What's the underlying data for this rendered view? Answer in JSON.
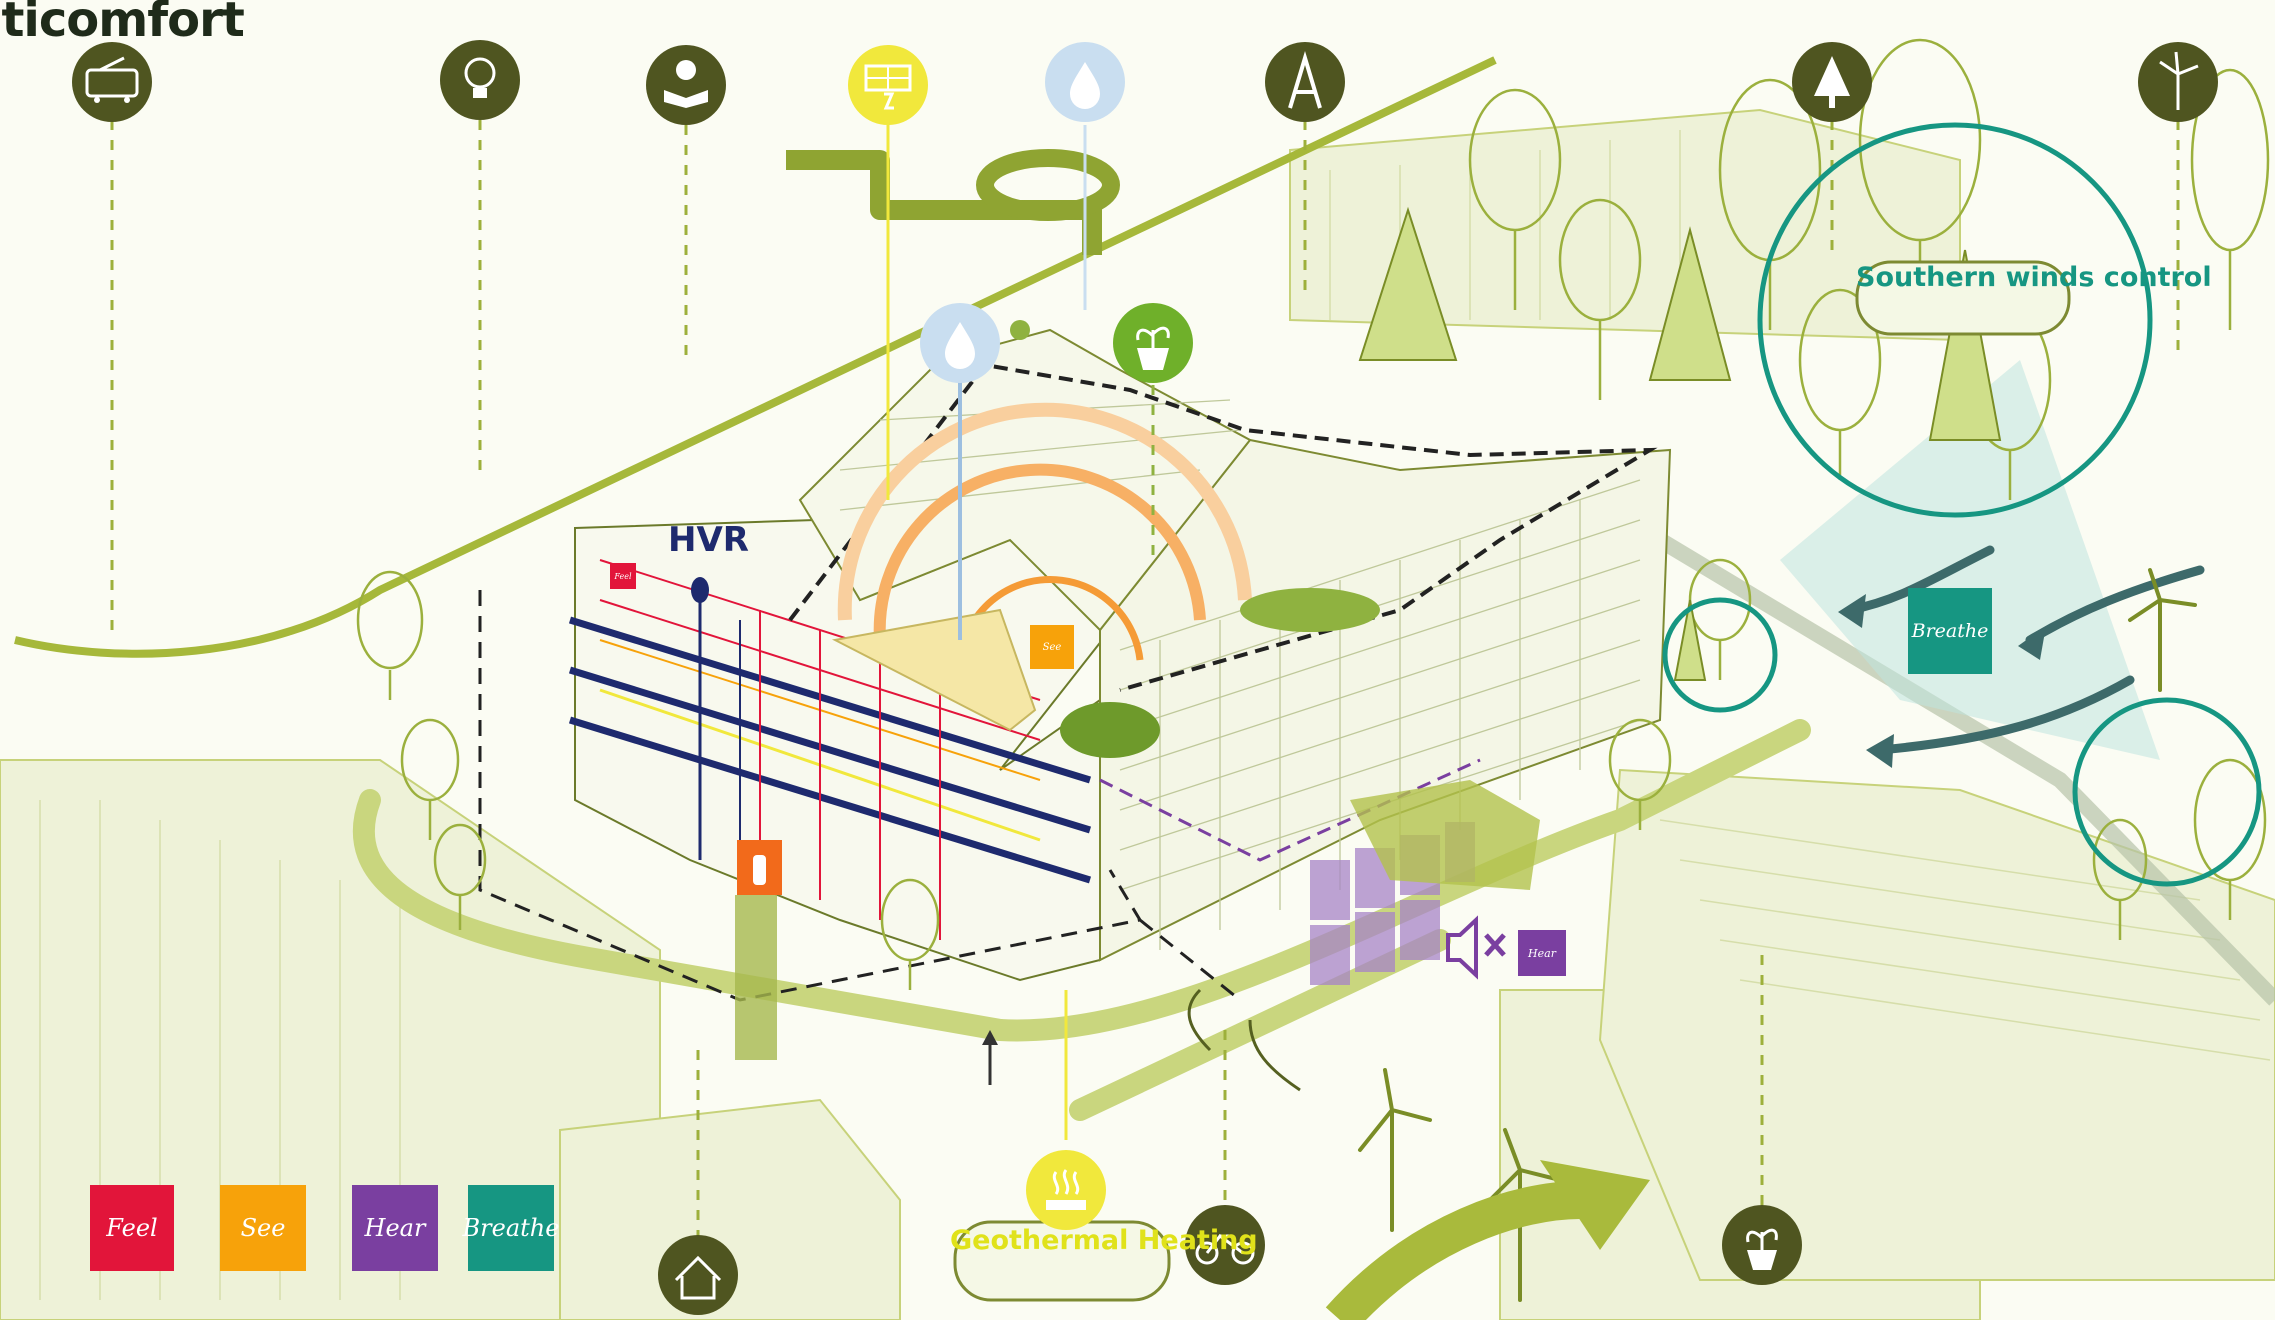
{
  "title": "lticomfort",
  "labels": {
    "hvr": "HVR",
    "southern_winds": "Southern winds control",
    "geothermal": "Geothermal Heating"
  },
  "tags": {
    "feel": "Feel",
    "see": "See",
    "hear": "Hear",
    "breathe": "Breathe"
  },
  "legend": [
    {
      "label": "Feel",
      "color": "#e2153a"
    },
    {
      "label": "See",
      "color": "#f7a20a"
    },
    {
      "label": "Hear",
      "color": "#7a3fa0"
    },
    {
      "label": "Breathe",
      "color": "#169682"
    }
  ],
  "icons": {
    "top_row": [
      "tram-icon",
      "lightbulb-icon",
      "reading-icon",
      "solar-panel-icon",
      "water-drop-icon",
      "letter-a-icon",
      "tree-icon",
      "wind-turbine-icon"
    ],
    "bottom_row": [
      "house-icon",
      "hot-spring-icon",
      "bicycle-icon",
      "plant-pot-icon"
    ],
    "mid": [
      "water-drop-icon",
      "plant-pot-icon",
      "fire-extinguisher-icon",
      "speaker-muted-icon"
    ]
  },
  "colors": {
    "olive": "#4f5520",
    "lime": "#9eb032",
    "yellow": "#f1e83c",
    "lightblue": "#c9def0",
    "teal": "#169682",
    "orange": "#f59b36",
    "red": "#e2153a",
    "purple": "#7a3fa0",
    "navy": "#1e2a6e"
  }
}
